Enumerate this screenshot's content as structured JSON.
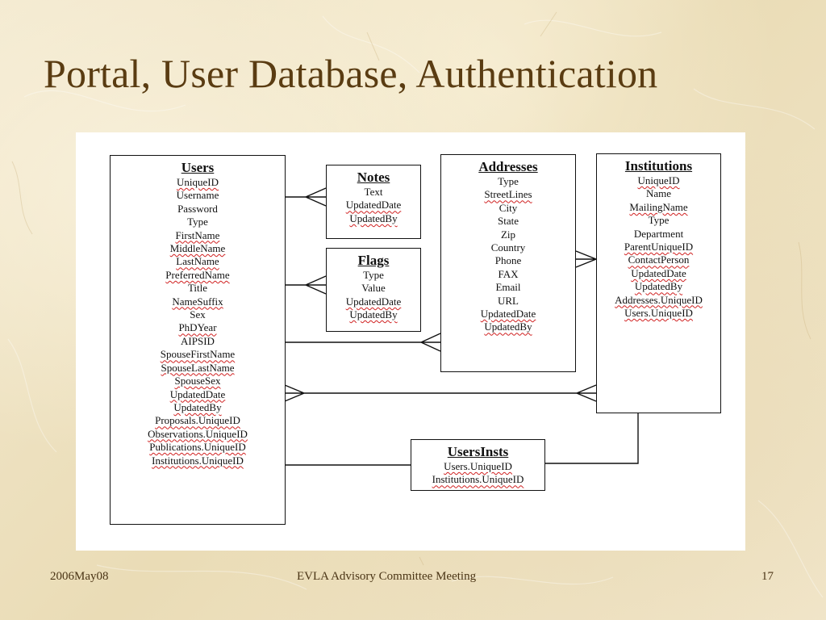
{
  "slide": {
    "title": "Portal, User Database, Authentication",
    "footer_left": "2006May08",
    "footer_center": "EVLA Advisory Committee Meeting",
    "footer_right": "17"
  },
  "colors": {
    "title": "#5a3c12",
    "background": "#f1e6c8",
    "diagram_bg": "#ffffff",
    "spellcheck_underline": "#d02020"
  },
  "diagram": {
    "entities": [
      {
        "id": "users",
        "title": "Users",
        "fields": [
          "UniqueID",
          "Username",
          "Password",
          "Type",
          "FirstName",
          "MiddleName",
          "LastName",
          "PreferredName",
          "Title",
          "NameSuffix",
          "Sex",
          "PhDYear",
          "AIPSID",
          "SpouseFirstName",
          "SpouseLastName",
          "SpouseSex",
          "UpdatedDate",
          "UpdatedBy",
          "Proposals.UniqueID",
          "Observations.UniqueID",
          "Publications.UniqueID",
          "Institutions.UniqueID"
        ],
        "squiggly": [
          true,
          false,
          false,
          false,
          true,
          true,
          true,
          true,
          false,
          true,
          false,
          true,
          false,
          true,
          true,
          true,
          true,
          true,
          true,
          true,
          true,
          true
        ]
      },
      {
        "id": "notes",
        "title": "Notes",
        "fields": [
          "Text",
          "UpdatedDate",
          "UpdatedBy"
        ],
        "squiggly": [
          false,
          true,
          true
        ]
      },
      {
        "id": "flags",
        "title": "Flags",
        "fields": [
          "Type",
          "Value",
          "UpdatedDate",
          "UpdatedBy"
        ],
        "squiggly": [
          false,
          false,
          true,
          true
        ]
      },
      {
        "id": "addresses",
        "title": "Addresses",
        "fields": [
          "Type",
          "StreetLines",
          "City",
          "State",
          "Zip",
          "Country",
          "Phone",
          "FAX",
          "Email",
          "URL",
          "UpdatedDate",
          "UpdatedBy"
        ],
        "squiggly": [
          false,
          true,
          false,
          false,
          false,
          false,
          false,
          false,
          false,
          false,
          true,
          true
        ]
      },
      {
        "id": "institutions",
        "title": "Institutions",
        "fields": [
          "UniqueID",
          "Name",
          "MailingName",
          "Type",
          "Department",
          "ParentUniqueID",
          "ContactPerson",
          "UpdatedDate",
          "UpdatedBy",
          "Addresses.UniqueID",
          "Users.UniqueID"
        ],
        "squiggly": [
          true,
          false,
          true,
          false,
          false,
          true,
          true,
          true,
          true,
          true,
          true
        ]
      },
      {
        "id": "usersinsts",
        "title": "UsersInsts",
        "fields": [
          "Users.UniqueID",
          "Institutions.UniqueID"
        ],
        "squiggly": [
          true,
          true
        ]
      }
    ],
    "relationships": [
      {
        "from": "users",
        "to": "notes",
        "type": "one-to-many"
      },
      {
        "from": "users",
        "to": "flags",
        "type": "one-to-many"
      },
      {
        "from": "users",
        "to": "addresses",
        "type": "one-to-many"
      },
      {
        "from": "institutions",
        "to": "addresses",
        "type": "one-to-many"
      },
      {
        "from": "institutions",
        "to": "users",
        "type": "many-to-many"
      },
      {
        "from": "users",
        "to": "usersinsts",
        "type": "one-to-one"
      },
      {
        "from": "institutions",
        "to": "usersinsts",
        "type": "one-to-one"
      }
    ]
  }
}
